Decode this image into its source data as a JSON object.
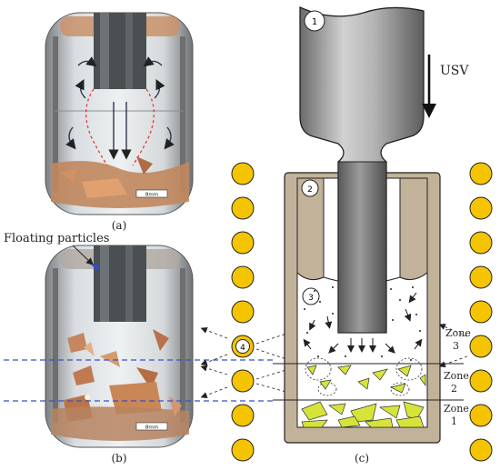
{
  "panel_a": {
    "caption": "(a)",
    "scale_bar": "8mm"
  },
  "panel_b": {
    "caption": "(b)",
    "scale_bar": "8mm",
    "annotation": "Floating particles"
  },
  "panel_c": {
    "caption": "(c)",
    "usv_label": "USV",
    "markers": [
      "1",
      "2",
      "3",
      "4"
    ],
    "zones": [
      {
        "line1": "Zone",
        "line2": "3"
      },
      {
        "line1": "Zone",
        "line2": "2"
      },
      {
        "line1": "Zone",
        "line2": "1"
      }
    ]
  },
  "colors": {
    "coil": "#f5c400",
    "crucible": "#c3b29a",
    "particles": "#d6e43a",
    "sonotrode_dark": "#6e6e6e",
    "sonotrode_light": "#c8c8c8",
    "guide_lines": "#3a4fc0"
  }
}
